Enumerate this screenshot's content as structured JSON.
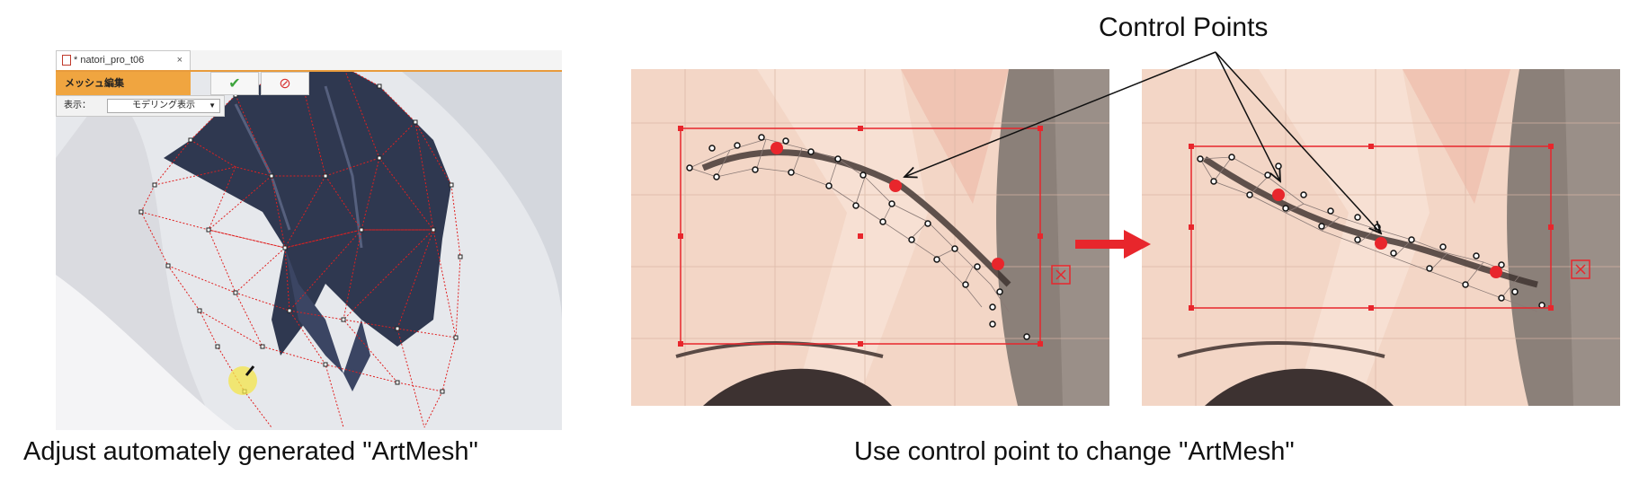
{
  "editor": {
    "tab_title": "* natori_pro_t06",
    "tab_close": "×",
    "mode_label": "メッシュ編集",
    "confirm_icon": "check-icon",
    "cancel_icon": "prohibit-icon",
    "view_label": "表示：",
    "view_value": "モデリング表示"
  },
  "captions": {
    "left": "Adjust automately generated \"ArtMesh\"",
    "right": "Use control point to change \"ArtMesh\"",
    "control_points": "Control Points"
  },
  "colors": {
    "accent": "#e89b3c",
    "mesh_line": "#e02020",
    "hair": "#2f3850",
    "skin": "#f3d3c1",
    "control_point": "#e8262c",
    "arrow": "#e8262c"
  }
}
